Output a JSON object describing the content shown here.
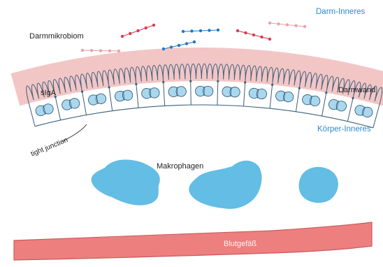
{
  "labels": {
    "darm_inneres": "Darm-Inneres",
    "darmmikrobiom": "Darmmikrobiom",
    "siga": "sIgA",
    "darmwand": "Darmwand",
    "koerper_inneres": "Körper-Inneres",
    "tight_junction": "tight junction",
    "makrophagen": "Makrophagen",
    "blutgefaess": "Blutgefäß"
  },
  "colors": {
    "region_label": "#2a8bd0",
    "text_dark": "#222222",
    "mucus_band": "#f3c6c6",
    "cell_line": "#3a5f7a",
    "nucleus": "#a9d8ee",
    "macrophage": "#63bde4",
    "vessel": "#ee7f7f",
    "vessel_edge": "#c95a5a",
    "vessel_text": "#fff1f1",
    "bacteria_red": "#d93a4e",
    "bacteria_pink": "#f0a0a8",
    "bacteria_blue": "#1f78c2",
    "bacteria_lightblue": "#5aa3d8"
  },
  "microbes": [
    {
      "color": "bacteria_red"
    },
    {
      "color": "bacteria_blue"
    },
    {
      "color": "bacteria_blue"
    },
    {
      "color": "bacteria_red"
    },
    {
      "color": "bacteria_pink"
    },
    {
      "color": "bacteria_pink"
    }
  ]
}
